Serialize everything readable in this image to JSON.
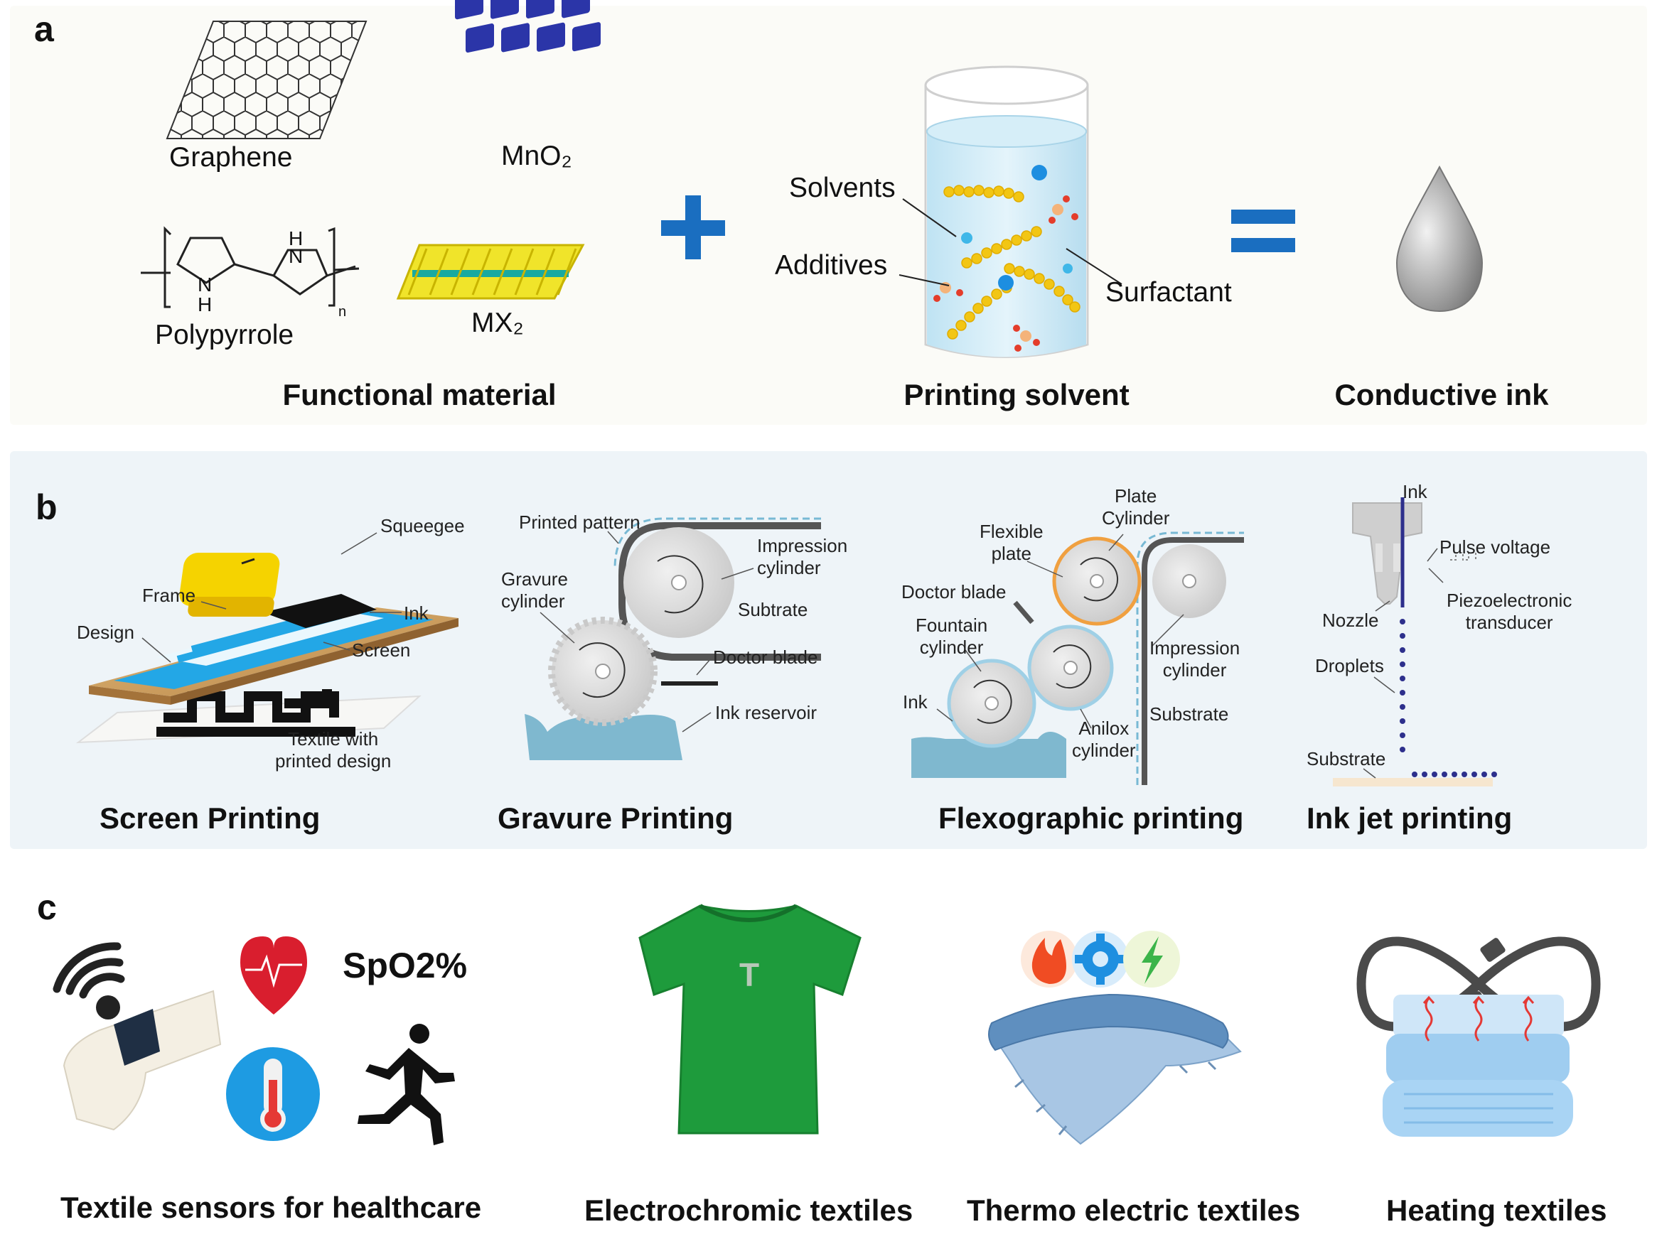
{
  "panel_a": {
    "label": "a",
    "materials": {
      "graphene": "Graphene",
      "mno2": "MnO₂",
      "polypyrrole": "Polypyrrole",
      "mx2": "MX₂"
    },
    "polypyrrole_atoms": {
      "h1": "H",
      "n1": "N",
      "n2": "N",
      "h2": "H",
      "n_sub": "n"
    },
    "solvent_labels": {
      "solvents": "Solvents",
      "additives": "Additives",
      "surfactant": "Surfactant"
    },
    "captions": {
      "functional": "Functional material",
      "solvent": "Printing solvent",
      "ink": "Conductive ink"
    },
    "colors": {
      "accent_blue": "#1a6ec0",
      "surfactant_yellow": "#f2c614",
      "mno2_blue": "#2b35a8"
    }
  },
  "panel_b": {
    "label": "b",
    "screen": {
      "squeegee": "Squeegee",
      "frame": "Frame",
      "ink": "Ink",
      "design": "Design",
      "screen": "Screen",
      "textile": "Textile with\nprinted design",
      "caption": "Screen Printing"
    },
    "gravure": {
      "printed_pattern": "Printed pattern",
      "impression": "Impression\ncylinder",
      "gravure_cyl": "Gravure\ncylinder",
      "subtrate": "Subtrate",
      "doctor_blade": "Doctor blade",
      "ink_reservoir": "Ink reservoir",
      "caption": "Gravure Printing"
    },
    "flexo": {
      "plate_cylinder": "Plate\nCylinder",
      "flexible_plate": "Flexible\nplate",
      "doctor_blade": "Doctor blade",
      "fountain": "Fountain\ncylinder",
      "impression": "Impression\ncylinder",
      "ink": "Ink",
      "substrate": "Substrate",
      "anilox": "Anilox\ncylinder",
      "caption": "Flexographic printing"
    },
    "inkjet": {
      "ink": "Ink",
      "pulse": "Pulse voltage",
      "piezo": "Piezoelectronic\ntransducer",
      "nozzle": "Nozzle",
      "droplets": "Droplets",
      "substrate": "Substrate",
      "caption": "Ink jet printing"
    }
  },
  "panel_c": {
    "label": "c",
    "spo2": "SpO2%",
    "shirt_letter": "T",
    "captions": {
      "healthcare": "Textile sensors for healthcare",
      "electrochromic": "Electrochromic textiles",
      "thermo": "Thermo electric textiles",
      "heating": "Heating textiles"
    },
    "icons": [
      "wifi-icon",
      "heart-icon",
      "thermometer-icon",
      "runner-icon",
      "tshirt-icon",
      "flame-icon",
      "gear-icon",
      "bolt-icon",
      "infinity-plug-icon"
    ]
  }
}
